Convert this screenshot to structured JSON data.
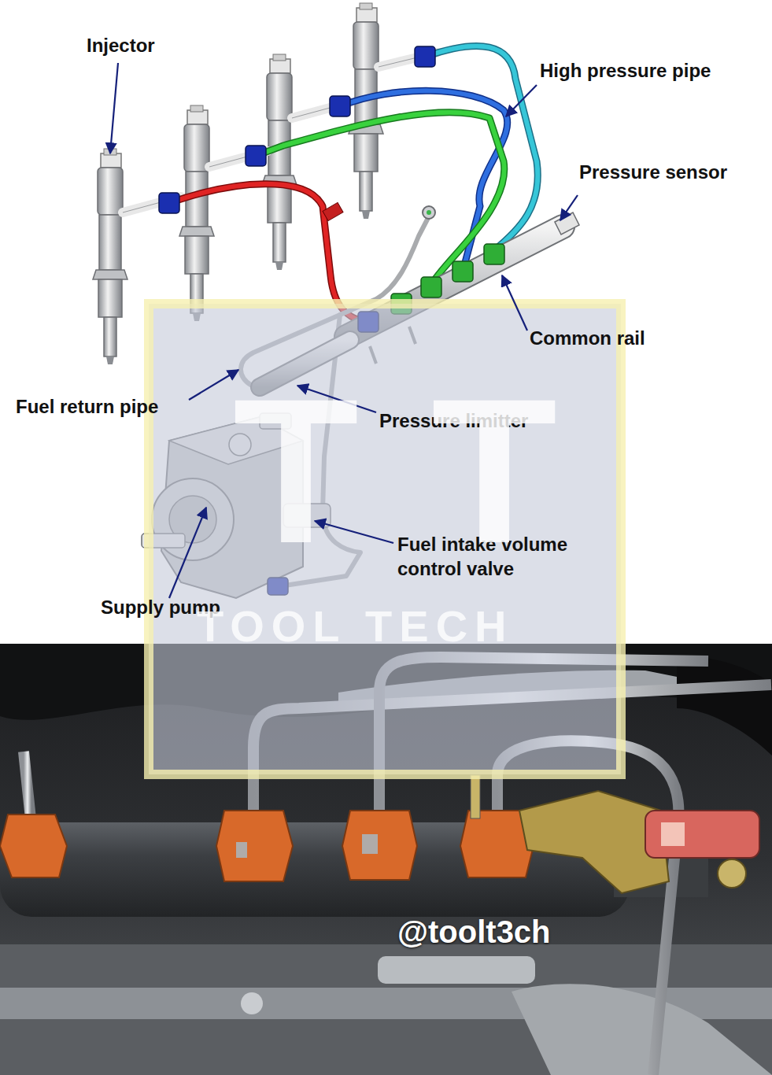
{
  "diagram": {
    "labels": [
      "Injector",
      "High pressure pipe",
      "Pressure sensor",
      "Common rail",
      "Fuel return pipe",
      "Pressure limitter",
      "Fuel intake volume control valve",
      "Supply pump",
      "TT",
      "TOOL TECH",
      "@toolt3ch"
    ]
  }
}
